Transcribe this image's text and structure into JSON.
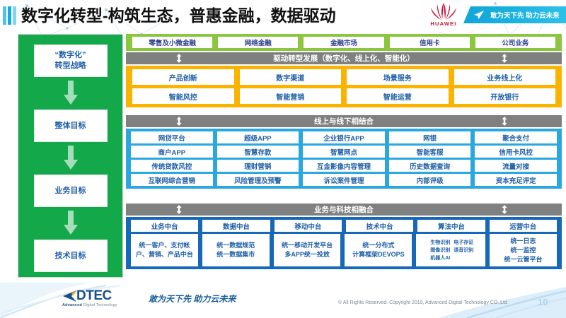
{
  "header": {
    "title": "数字化转型-构筑生态，普惠金融，数据驱动",
    "huawei_logo_text": "HUAWEI",
    "banner_text": "敢为天下先 助力云未来",
    "plane_icon": "paper-plane-icon",
    "flower_icon": "huawei-flower-icon"
  },
  "left_column": {
    "steps": [
      {
        "label": "“数字化”\n转型战略"
      },
      {
        "label": "整体目标"
      },
      {
        "label": "业务目标"
      },
      {
        "label": "技术目标"
      }
    ],
    "arrow_icon": "down-arrow-icon"
  },
  "business_tabs": [
    "零售及小微金融",
    "网络金融",
    "金融市场",
    "信用卡",
    "公司业务"
  ],
  "bands": {
    "drive": "驱动转型发展（数字化、线上化、智能化）",
    "online_offline": "线上与线下相结合",
    "biz_tech": "业务与科技相融合",
    "arrow_icon": "up-down-arrow-icon"
  },
  "orange_section": {
    "rows": [
      [
        "产品创新",
        "数字渠道",
        "场景服务",
        "业务线上化"
      ],
      [
        "智能风控",
        "智能营销",
        "智能运营",
        "开放银行"
      ]
    ]
  },
  "blue_section": {
    "rows": [
      [
        "网贷平台",
        "超级APP",
        "企业银行APP",
        "网银",
        "聚合支付"
      ],
      [
        "商户APP",
        "智慧存款",
        "智慧网点",
        "智能客服",
        "信用卡风控"
      ],
      [
        "传统贷款风控",
        "理财营销",
        "互金影像内容管理",
        "历史数据查询",
        "流量对接"
      ],
      [
        "互联网综合营销",
        "风险管理及预警",
        "诉讼案件管理",
        "内部评级",
        "资本充足评定"
      ]
    ]
  },
  "platform_section": {
    "headers": [
      "业务中台",
      "数据中台",
      "移动中台",
      "技术中台",
      "算法中台",
      "运营中台"
    ],
    "details": [
      "统一客户、支付帐户、营销、产品中台",
      "统一数据规范\n统一数据集市",
      "统一移动开发平台\n多APP统一投放",
      "统一分布式\n计算框架DEVOPS",
      "",
      "统一日志\n统一监控\n统一云管平台"
    ],
    "algorithm_items": [
      [
        "生物识别",
        "电子存证"
      ],
      [
        "图像识别",
        "语音识别"
      ],
      [
        "机器人AI",
        ""
      ]
    ]
  },
  "footer": {
    "logo_name": "DTEC",
    "logo_tagline_bold": "Advanced",
    "logo_tagline_rest": " Digital Technology",
    "slogan": "敢为天下先   助力云未来",
    "copyright": "© All Rights Reserved. Copyright 2019, Advanced Digital Technology CO.,Ltd",
    "page_number": "10"
  },
  "colors": {
    "green": "#13a94a",
    "green_band": "#8cc63f",
    "orange": "#fab400",
    "blue": "#29a8e0",
    "dark_blue": "#1668b8",
    "gray_band": "#808080",
    "text_blue": "#1f5fa8",
    "huawei_red": "#c8102e"
  }
}
